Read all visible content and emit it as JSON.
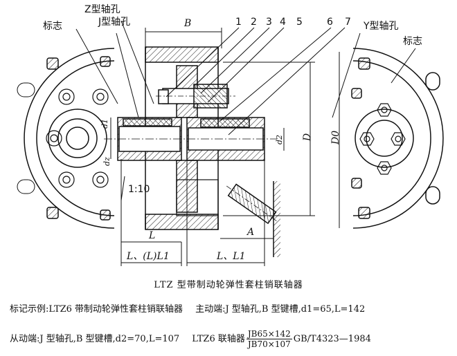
{
  "figure": {
    "labels": {
      "biaozhi_left": "标志",
      "z_hole": "Z型轴孔",
      "j_hole": "J型轴孔",
      "y_hole": "Y型轴孔",
      "biaozhi_right": "标志",
      "dim_b": "B",
      "part_1": "1",
      "part_2": "2",
      "part_3": "3",
      "part_4": "4",
      "part_5": "5",
      "part_6": "6",
      "part_7": "7",
      "dim_d1": "d1",
      "dim_dz": "dz",
      "dim_d2": "d2",
      "dim_d": "D",
      "dim_d0": "D0",
      "taper": "1:10",
      "dim_l": "L",
      "dim_l_left": "L、(L)L1",
      "dim_a": "A",
      "dim_l_right": "L、L1"
    }
  },
  "caption": "LTZ 型带制动轮弹性套柱销联轴器",
  "example": {
    "line1_prefix": "标记示例:LTZ6 带制动轮弹性套柱销联轴器",
    "line1_main": "主动端:J 型轴孔,B 型键槽,d1=65,L=142",
    "line2_driven": "从动端:J 型轴孔,B 型键槽,d2=70,L=107",
    "line2_model": "LTZ6 联轴器",
    "frac_num": "JB65×142",
    "frac_den": "JB70×107",
    "standard": "GB/T4323—1984"
  },
  "colors": {
    "ink": "#111111",
    "paper": "#ffffff"
  }
}
